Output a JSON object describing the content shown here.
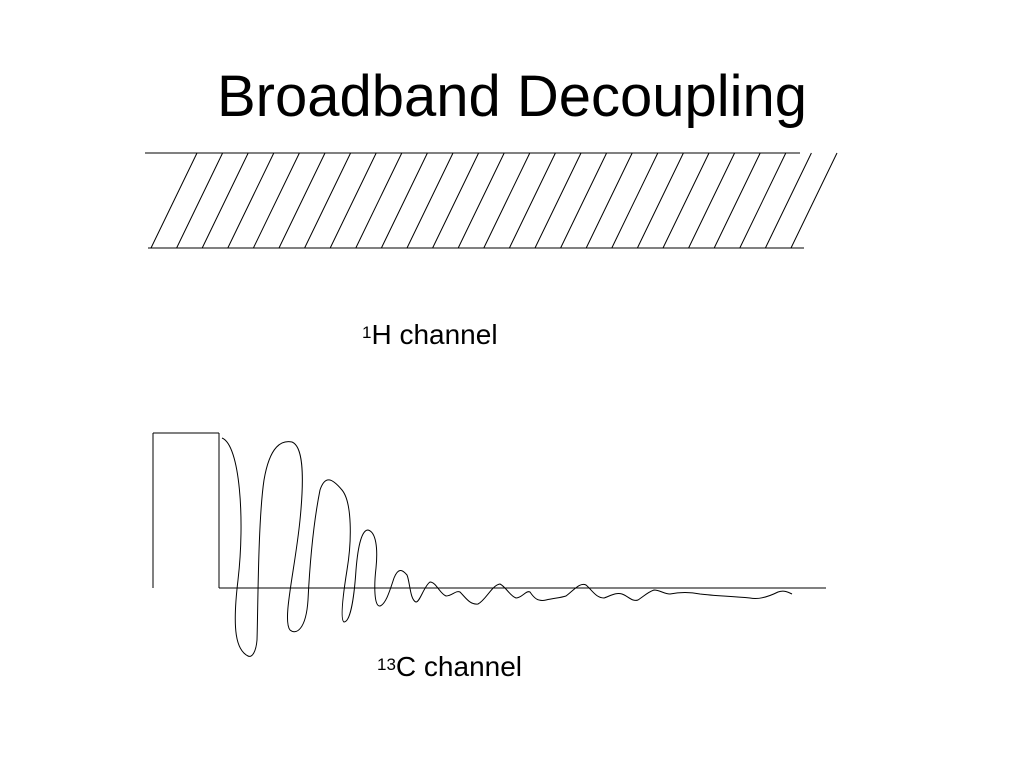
{
  "title": "Broadband Decoupling",
  "labels": {
    "h_channel": {
      "superscript": "1",
      "text": "H channel"
    },
    "c_channel": {
      "superscript": "13",
      "text": "C channel"
    }
  },
  "colors": {
    "background": "#ffffff",
    "ink": "#000000"
  }
}
